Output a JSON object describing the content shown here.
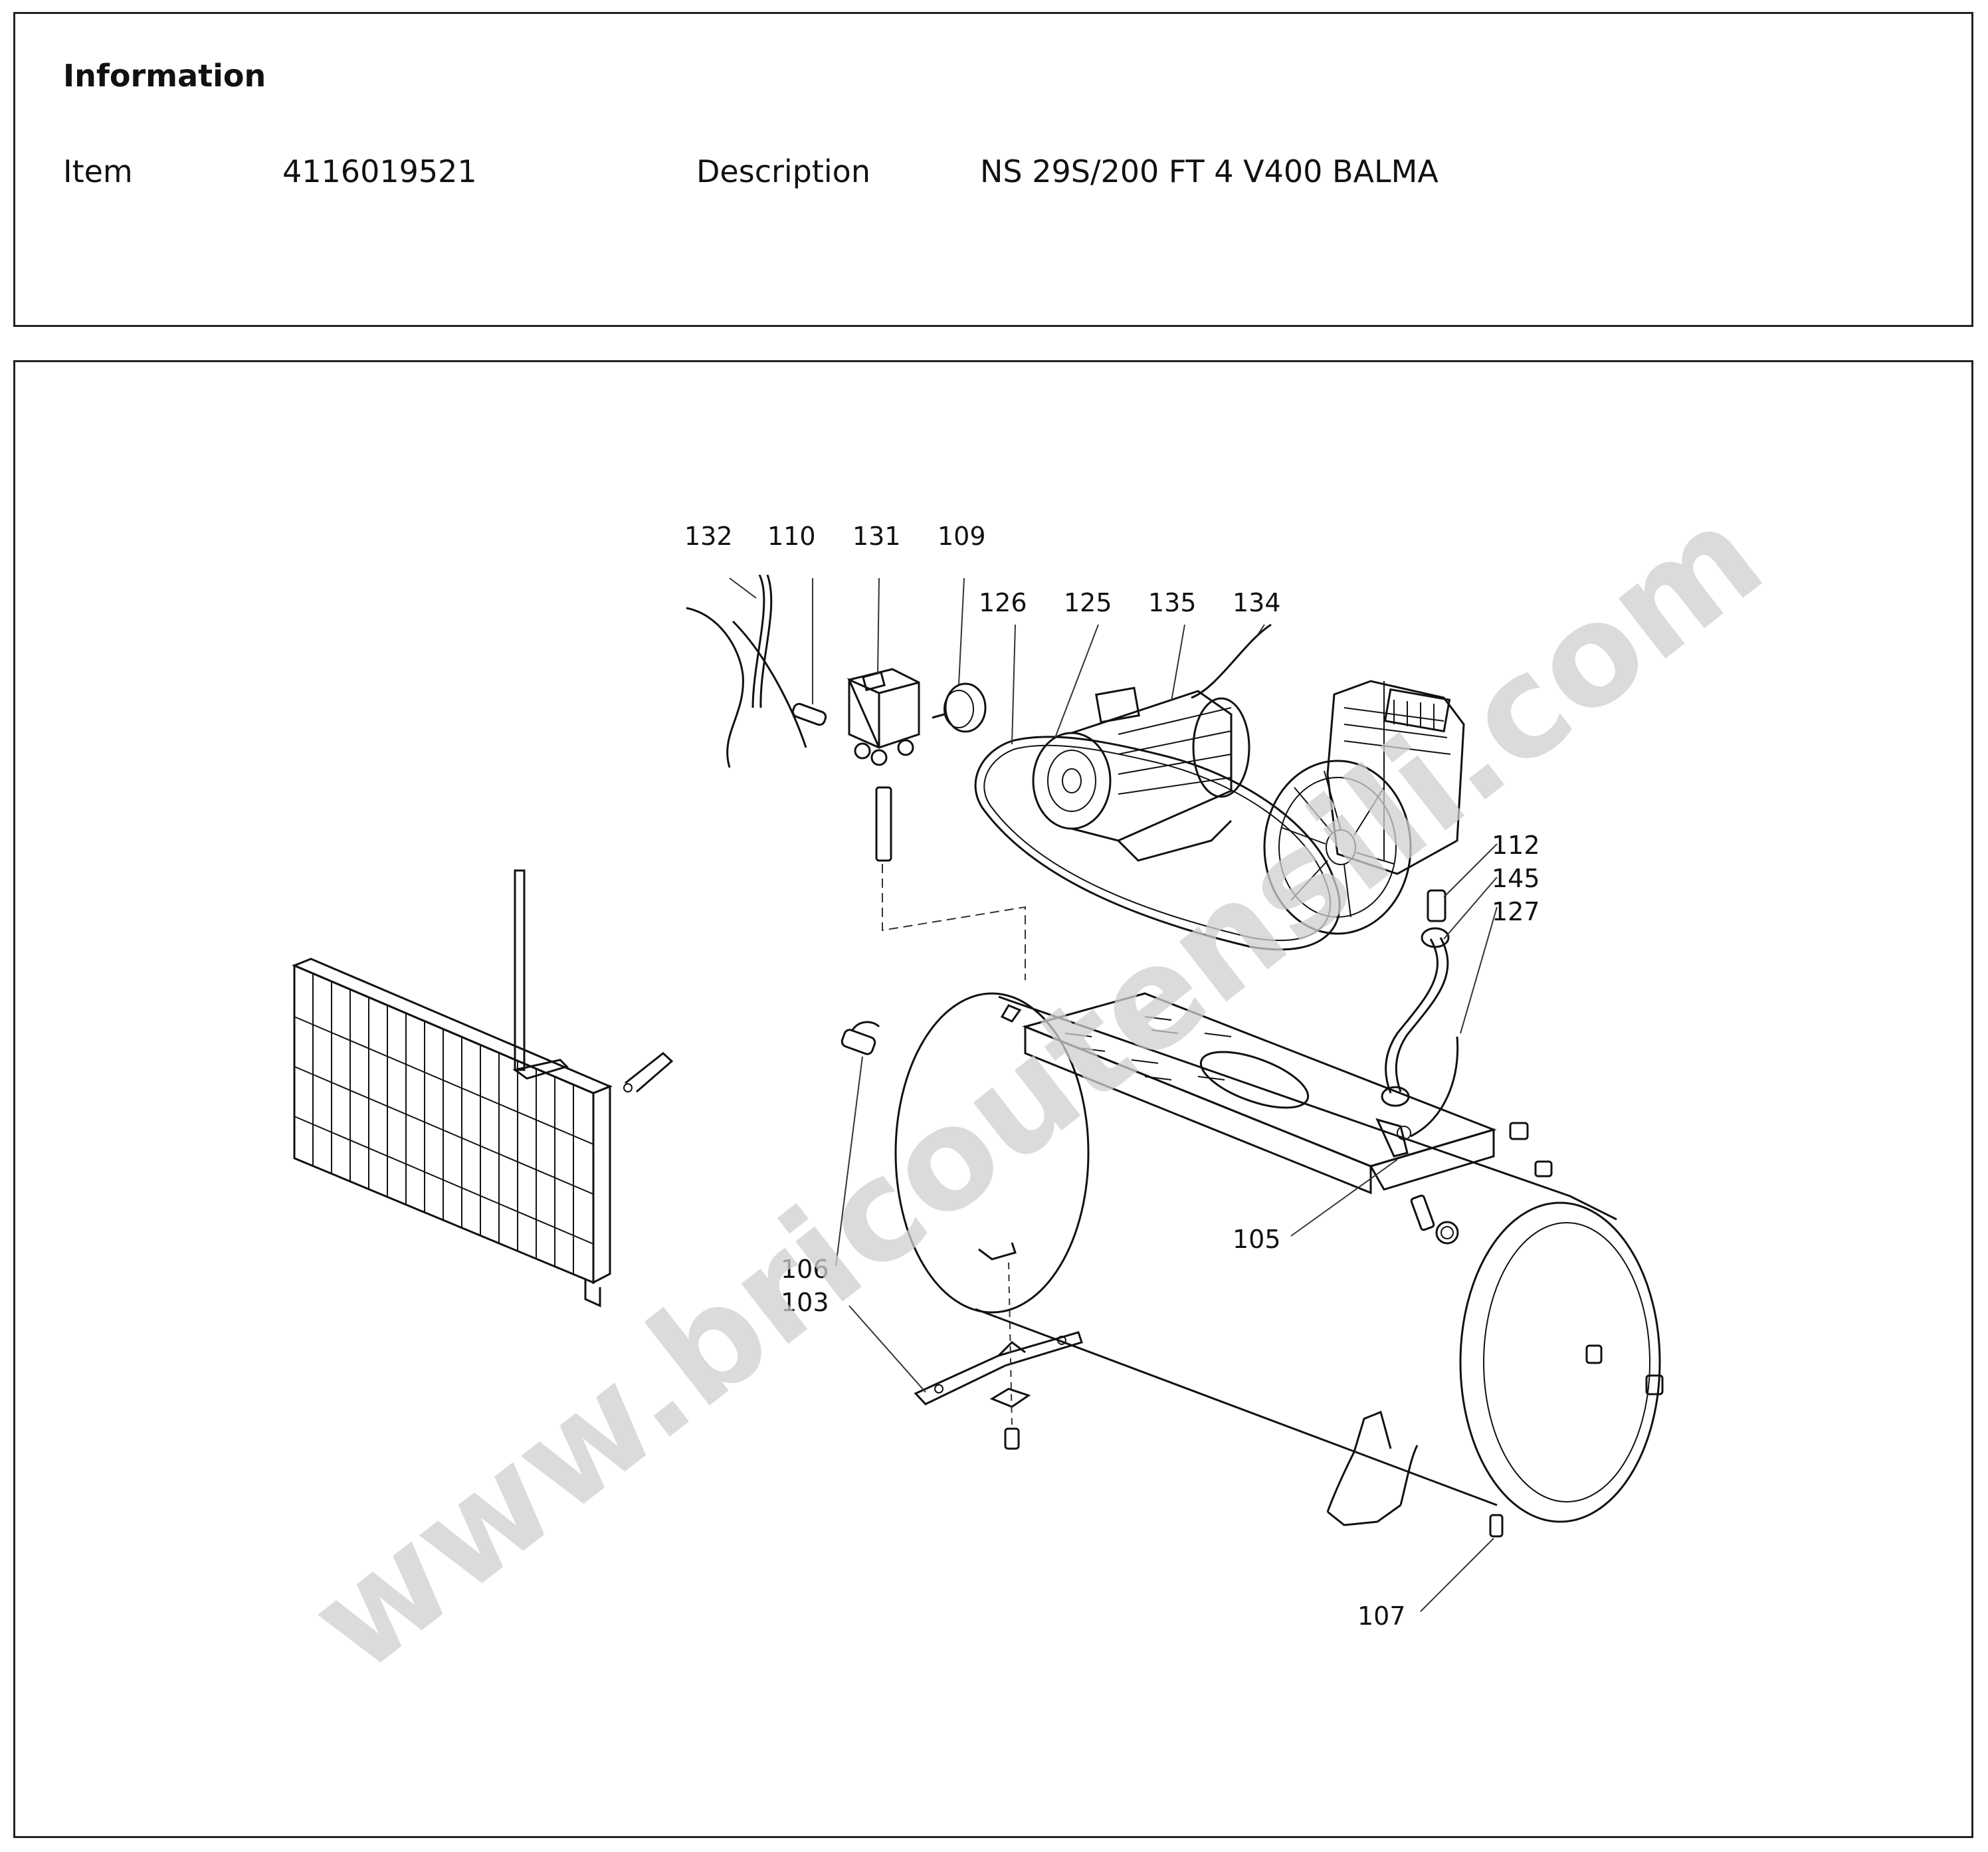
{
  "info": {
    "title": "Information",
    "item_label": "Item",
    "item_value": "4116019521",
    "description_label": "Description",
    "description_value": "NS 29S/200 FT 4 V400 BALMA"
  },
  "watermark": "www.bricoutensili.com",
  "callouts": [
    "132",
    "110",
    "131",
    "109",
    "126",
    "125",
    "135",
    "134",
    "112",
    "145",
    "127",
    "105",
    "106",
    "103",
    "107"
  ]
}
